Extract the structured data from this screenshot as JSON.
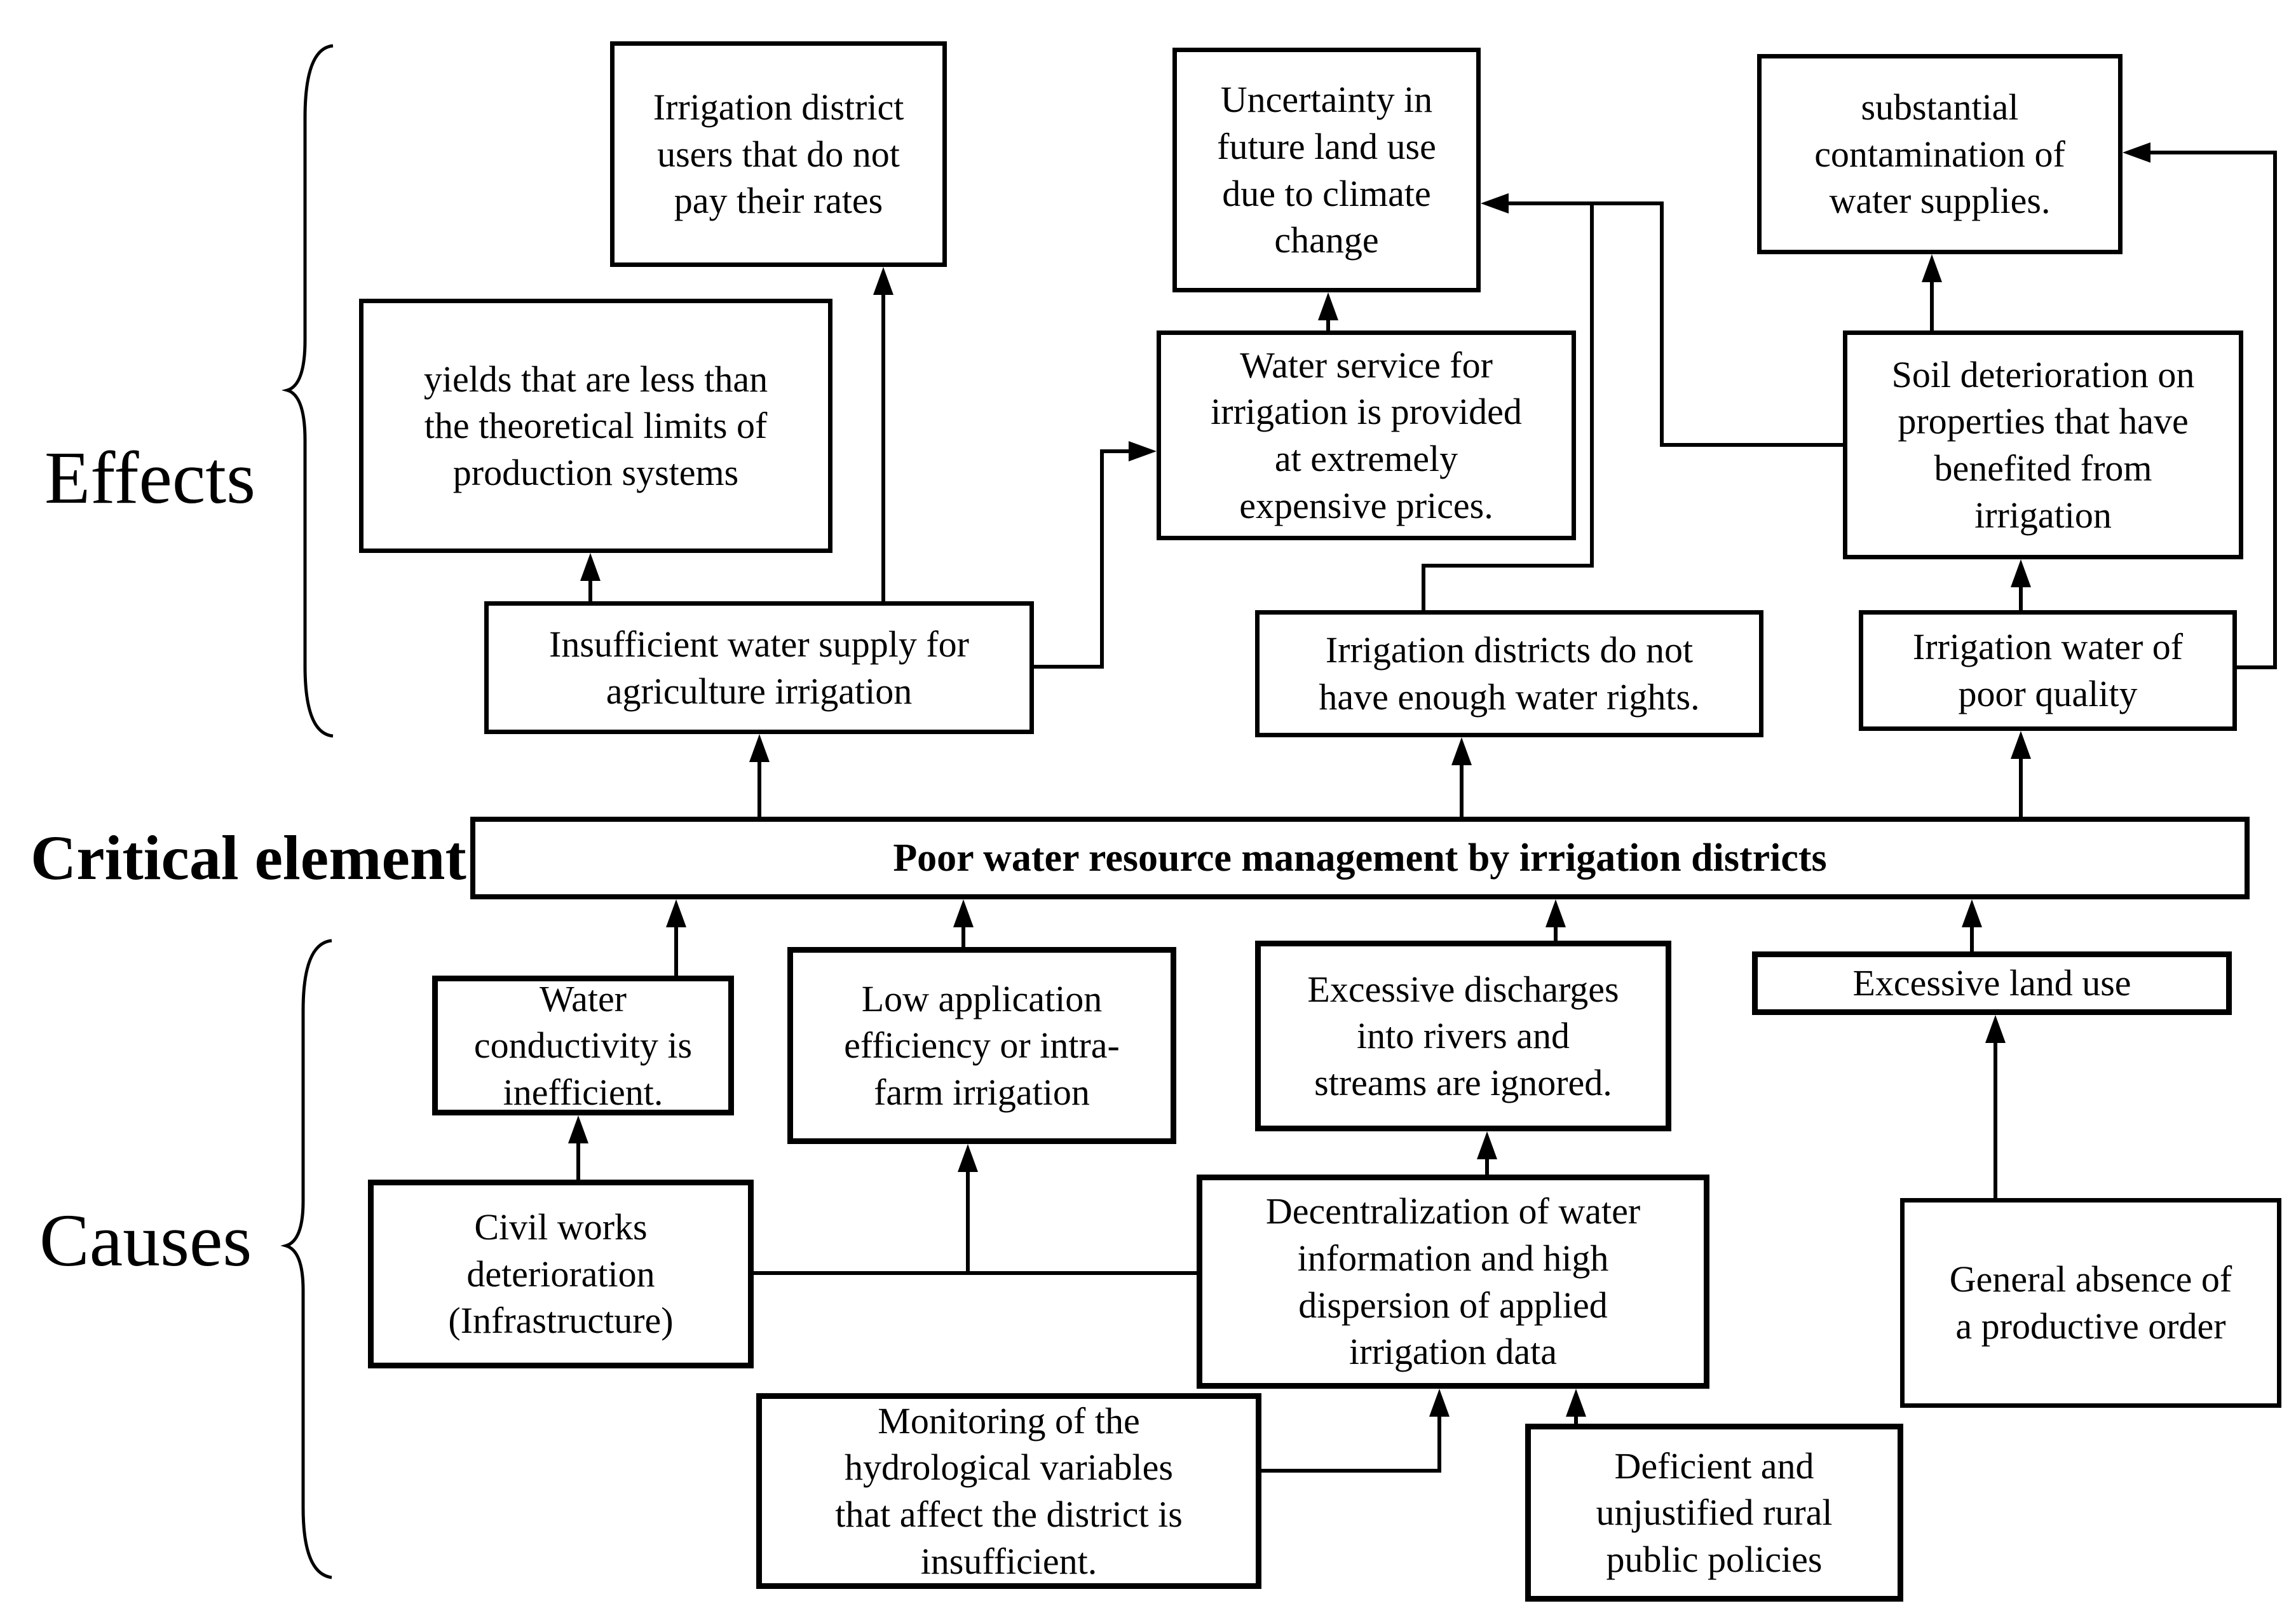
{
  "figure": {
    "type": "problem-tree-diagram",
    "sections": [
      "Effects",
      "Critical element",
      "Causes"
    ]
  },
  "labels": {
    "effects": "Effects",
    "critical_element": "Critical element",
    "causes": "Causes"
  },
  "critical_bar": {
    "text": "Poor water resource management by irrigation districts"
  },
  "boxes": {
    "irrigation_users": {
      "text": "Irrigation district\nusers that do not\npay their rates"
    },
    "uncertainty_land_use": {
      "text": "Uncertainty in\nfuture land use\ndue to climate\nchange"
    },
    "contamination": {
      "text": "substantial\ncontamination of\nwater supplies."
    },
    "yields_limits": {
      "text": "yields that are less than\nthe theoretical limits of\nproduction systems"
    },
    "water_service": {
      "text": "Water service for\nirrigation is provided\nat extremely\nexpensive prices."
    },
    "soil_deterioration": {
      "text": "Soil deterioration on\nproperties that have\nbenefited from\nirrigation"
    },
    "insufficient_supply": {
      "text": "Insufficient water supply for\nagriculture irrigation"
    },
    "water_rights": {
      "text": "Irrigation districts do not\nhave enough water rights."
    },
    "poor_quality": {
      "text": "Irrigation water of\npoor quality"
    },
    "water_conductivity": {
      "text": "Water\nconductivity is\ninefficient."
    },
    "low_application": {
      "text": "Low application\nefficiency or intra-\nfarm irrigation"
    },
    "excessive_discharges": {
      "text": "Excessive discharges\ninto rivers and\nstreams are ignored."
    },
    "excessive_land_use": {
      "text": "Excessive land use"
    },
    "civil_works": {
      "text": "Civil works\ndeterioration\n(Infrastructure)"
    },
    "decentralization": {
      "text": "Decentralization of water\ninformation and high\ndispersion of applied\nirrigation data"
    },
    "productive_order": {
      "text": "General absence of\na productive order"
    },
    "monitoring": {
      "text": "Monitoring of the\nhydrological variables\nthat affect the district is\ninsufficient."
    },
    "public_policies": {
      "text": "Deficient and\nunjustified rural\npublic policies"
    }
  },
  "connections": [
    [
      "critical_bar",
      "insufficient_supply"
    ],
    [
      "critical_bar",
      "water_rights"
    ],
    [
      "critical_bar",
      "poor_quality"
    ],
    [
      "insufficient_supply",
      "yields_limits"
    ],
    [
      "insufficient_supply",
      "irrigation_users"
    ],
    [
      "insufficient_supply",
      "water_service"
    ],
    [
      "water_service",
      "uncertainty_land_use"
    ],
    [
      "water_rights",
      "uncertainty_land_use"
    ],
    [
      "soil_deterioration",
      "uncertainty_land_use"
    ],
    [
      "poor_quality",
      "soil_deterioration"
    ],
    [
      "soil_deterioration",
      "contamination"
    ],
    [
      "poor_quality",
      "contamination"
    ],
    [
      "water_conductivity",
      "critical_bar"
    ],
    [
      "low_application",
      "critical_bar"
    ],
    [
      "excessive_discharges",
      "critical_bar"
    ],
    [
      "excessive_land_use",
      "critical_bar"
    ],
    [
      "civil_works",
      "water_conductivity"
    ],
    [
      "civil_works",
      "low_application"
    ],
    [
      "decentralization",
      "low_application"
    ],
    [
      "decentralization",
      "excessive_discharges"
    ],
    [
      "monitoring",
      "decentralization"
    ],
    [
      "public_policies",
      "decentralization"
    ],
    [
      "productive_order",
      "excessive_land_use"
    ]
  ],
  "colors": {
    "line": "#000000",
    "box_background": "#ffffff",
    "text": "#000000",
    "page_background": "#ffffff"
  }
}
